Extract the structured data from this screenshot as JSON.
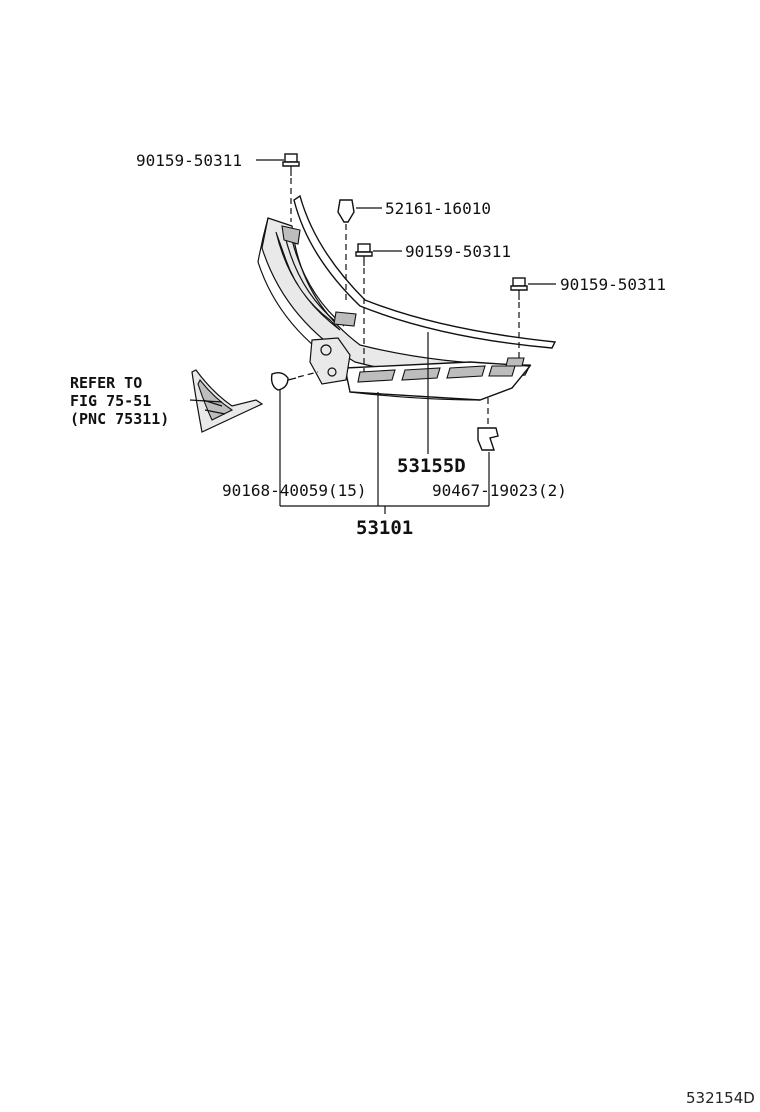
{
  "labels": {
    "bolt_top": "90159-50311",
    "clip_top": "52161-16010",
    "bolt_mid": "90159-50311",
    "bolt_right": "90159-50311",
    "refer_line1": "REFER TO",
    "refer_line2": "FIG 75-51",
    "refer_line3": "(PNC 75311)",
    "molding": "53155D",
    "screw_left": "90168-40059(15)",
    "clip_bottom": "90467-19023(2)",
    "grille_assy": "53101"
  },
  "diagram_id": "532154D"
}
